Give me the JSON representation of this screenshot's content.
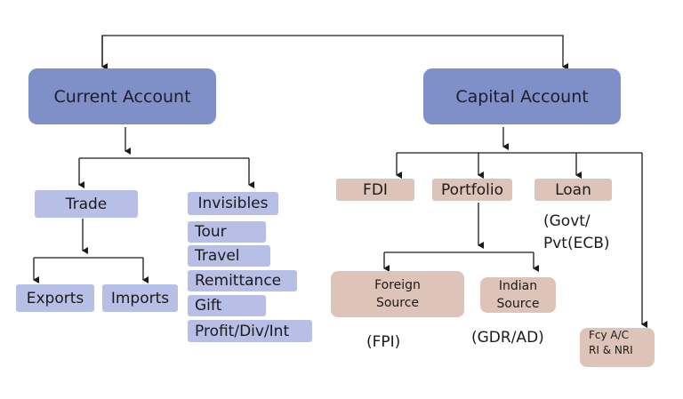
{
  "current_account": {
    "title": "Current Account",
    "trade": "Trade",
    "exports": "Exports",
    "imports": "Imports",
    "invisibles": {
      "title": "Invisibles",
      "items": [
        "Tour",
        "Travel",
        "Remittance",
        "Gift",
        "Profit/Div/Int"
      ]
    }
  },
  "capital_account": {
    "title": "Capital Account",
    "fdi": "FDI",
    "portfolio": "Portfolio",
    "loan": "Loan",
    "loan_note_line1": "(Govt/",
    "loan_note_line2": "Pvt(ECB)",
    "foreign_source_line1": "Foreign",
    "foreign_source_line2": "Source",
    "foreign_note": "(FPI)",
    "indian_source_line1": "Indian",
    "indian_source_line2": "Source",
    "indian_note": "(GDR/AD)",
    "fcy_line1": "Fcy A/C",
    "fcy_line2": "RI & NRI"
  },
  "colors": {
    "primary_box": "#7f8fc8",
    "secondary_box": "#b7bfe6",
    "capital_box": "#dec4b8",
    "connector": "#1a1a1a"
  }
}
